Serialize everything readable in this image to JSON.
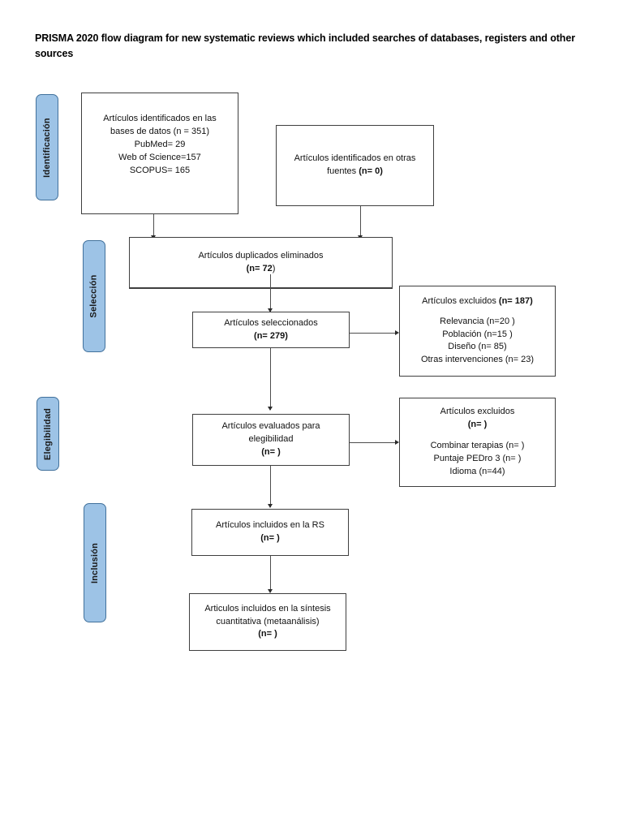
{
  "document": {
    "title": "PRISMA 2020 flow diagram for new systematic reviews which included searches of databases, registers and other sources",
    "page_background": "#ffffff"
  },
  "colors": {
    "stage_fill": "#9DC3E6",
    "stage_border": "#41719C",
    "box_border": "#7b7b7b",
    "box_border_strong": "#3f3f3f",
    "connector": "#4d4d4d",
    "text": "#111111"
  },
  "stages": [
    {
      "id": "identification",
      "label": "Identificación"
    },
    {
      "id": "seleccion",
      "label": "Selección"
    },
    {
      "id": "elegibilidad",
      "label": "Elegibilidad"
    },
    {
      "id": "inclusion",
      "label": "Inclusión"
    }
  ],
  "boxes": {
    "identified_databases": {
      "lines": [
        "Artículos identificados en las",
        "bases de datos (n = 351)",
        "PubMed= 29",
        "Web of Science=157",
        "SCOPUS= 165"
      ]
    },
    "identified_other_sources": {
      "lines": [
        "Artículos identificados en otras",
        "fuentes (n= 0)"
      ],
      "bold_tail": "(n= 0)"
    },
    "duplicates_removed": {
      "lines": [
        "Artículos duplicados eliminados",
        "(n= 72)"
      ],
      "bold_tail": "(n= 72)"
    },
    "screened": {
      "lines": [
        "Artículos seleccionados",
        "(n= 279)"
      ],
      "bold_tail": "(n= 279)"
    },
    "excluded_screening": {
      "header": "Artículos excluidos (n= 187)",
      "header_bold": "(n= 187)",
      "reasons": [
        "Relevancia (n=20 )",
        "Población (n=15 )",
        "Diseño (n= 85)",
        "Otras intervenciones (n= 23)"
      ]
    },
    "eligibility_assessed": {
      "lines": [
        "Artículos evaluados para",
        "elegibilidad",
        "(n= )"
      ],
      "bold_tail": "(n= )"
    },
    "excluded_eligibility": {
      "header": "Artículos excluidos",
      "header_count": "(n= )",
      "reasons": [
        "Combinar terapias (n= )",
        "Puntaje PEDro 3 (n= )",
        "Idioma (n=44)"
      ]
    },
    "included_rs": {
      "lines": [
        "Artículos incluidos en la RS",
        "(n= )"
      ],
      "bold_tail": "(n= )"
    },
    "included_quantitative": {
      "lines": [
        "Articulos incluidos en la síntesis",
        "cuantitativa (metaanálisis)",
        "(n= )"
      ],
      "bold_tail": "(n= )"
    }
  }
}
